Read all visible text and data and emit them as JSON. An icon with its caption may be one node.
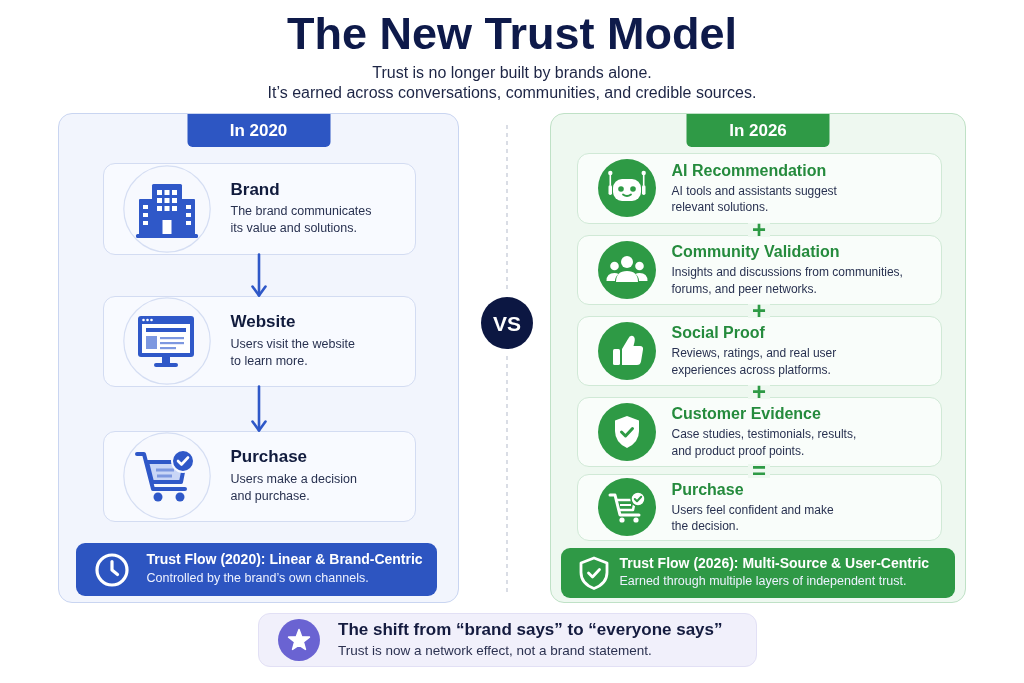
{
  "diagram": {
    "title": "The New Trust Model",
    "nodes": [
      {
        "text": [
          "In 2020"
        ]
      },
      {
        "text": [
          "Brand",
          "The brand communicates its value and solutions."
        ],
        "in": 0
      },
      {
        "text": [
          "Website",
          "Users visit the website to learn more."
        ],
        "in": 0
      },
      {
        "text": [
          "Purchase",
          "Users make a decision and purchase."
        ],
        "in": 0
      },
      {
        "text": [
          "Trust Flow (2020): Linear & Brand-Centric",
          "Controlled by the brand’s own channels."
        ],
        "in": 0
      },
      {
        "text": [
          "VS"
        ]
      },
      {
        "text": [
          "In 2026"
        ]
      },
      {
        "text": [
          "AI Recommendation",
          "AI tools and assistants suggest relevant solutions."
        ],
        "in": 6
      },
      {
        "text": [
          "Community Validation",
          "Insights and discussions from communities, forums, and peer networks."
        ],
        "in": 6
      },
      {
        "text": [
          "Social Proof",
          "Reviews, ratings, and real user experiences across platforms."
        ],
        "in": 6
      },
      {
        "text": [
          "Customer Evidence",
          "Case studies, testimonials, results, and product proof points."
        ],
        "in": 6
      },
      {
        "text": [
          "Purchase",
          "Users feel confident and make the decision."
        ],
        "in": 6
      },
      {
        "text": [
          "Trust Flow (2026): Multi-Source & User-Centric",
          "Earned through multiple layers of independent trust."
        ],
        "in": 6
      },
      {
        "text": [
          "The shift from “brand says” to “everyone says”",
          "Trust is now a network effect, not a brand statement."
        ]
      }
    ],
    "edges": [
      {
        "from": 1,
        "to": 2,
        "arrow": "to"
      },
      {
        "from": 2,
        "to": 3,
        "arrow": "to"
      }
    ],
    "labels": [
      "Trust is no longer built by brands alone.",
      "It’s earned across conversations, communities, and credible sources.",
      "+",
      "+",
      "+",
      "="
    ]
  }
}
